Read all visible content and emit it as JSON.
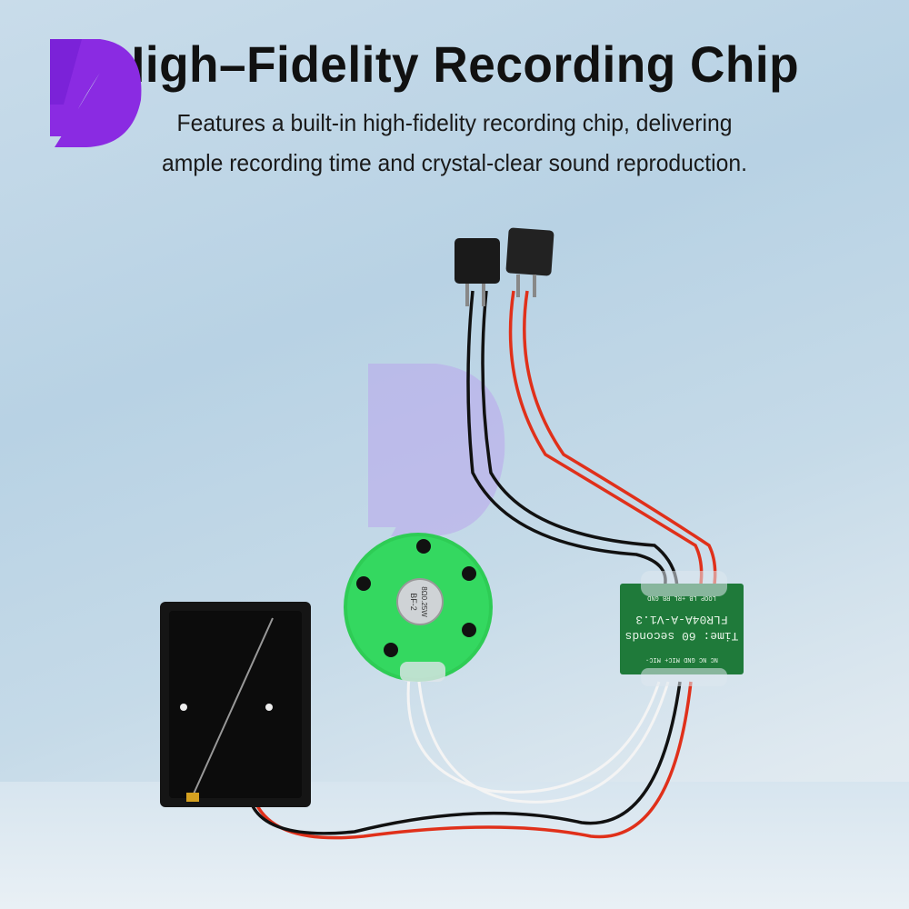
{
  "header": {
    "title": "High–Fidelity Recording Chip",
    "subtitle_line1": "Features a built-in high-fidelity recording chip, delivering",
    "subtitle_line2": "ample recording time and crystal-clear sound reproduction."
  },
  "logo": {
    "letter": "D",
    "color": "#8a2be2"
  },
  "product": {
    "board_model": "FLR04A-A-V1.3",
    "board_time": "Time: 60 seconds",
    "board_pins_top": "LOOP LB +RL RB GND",
    "board_pins_bottom": "NC NC GND MIC+ MIC-",
    "speaker_label": "8Ω0.25W",
    "speaker_model": "BF-2"
  },
  "colors": {
    "board": "#1f7a3a",
    "speaker": "#2ecc55",
    "battery_box": "#111111",
    "wire_red": "#e0301a",
    "wire_black": "#111111"
  }
}
